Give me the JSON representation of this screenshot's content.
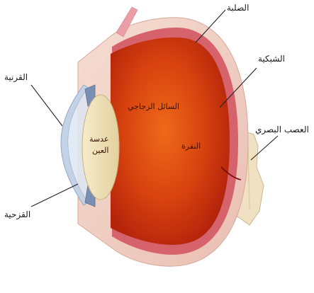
{
  "labels": {
    "sclera": "الصلبة",
    "retina": "الشبكية",
    "cornea": "القرنية",
    "optic_nerve": "العصب البصري",
    "iris": "القزحية",
    "vitreous": "السائل الزجاجي",
    "fovea": "النقرة",
    "lens_line1": "عدسة",
    "lens_line2": "العين"
  },
  "colors": {
    "vitreous_center": "#e25a12",
    "vitreous_edge": "#b8260c",
    "sclera": "#f2d2c6",
    "choroid": "#d6626b",
    "lens": "#efe3bd",
    "cornea": "#c4d2e6",
    "iris": "#7b8fb4",
    "optic_nerve": "#efe1c2",
    "leader_line": "#222222"
  }
}
